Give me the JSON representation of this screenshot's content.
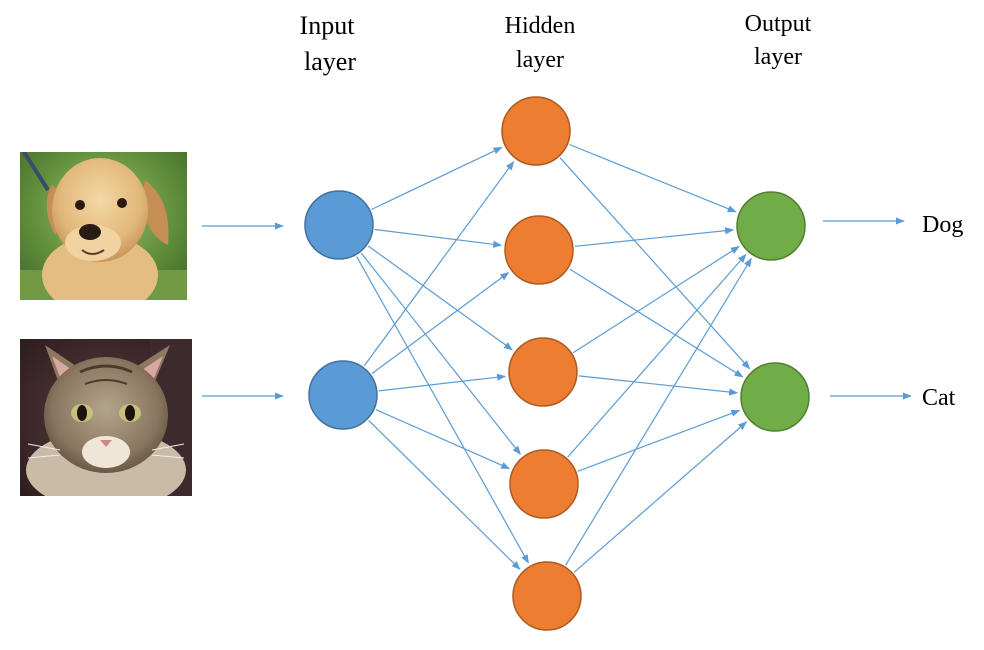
{
  "layers": {
    "input": {
      "title_line1": "Input",
      "title_line2": "layer"
    },
    "hidden": {
      "title_line1": "Hidden",
      "title_line2": "layer"
    },
    "output": {
      "title_line1": "Output",
      "title_line2": "layer"
    }
  },
  "outputs": [
    {
      "label": "Dog"
    },
    {
      "label": "Cat"
    }
  ],
  "inputs": [
    {
      "image": "dog-photo"
    },
    {
      "image": "cat-photo"
    }
  ],
  "colors": {
    "input_node": "#5B9BD5",
    "input_stroke": "#41719C",
    "hidden_node": "#ED7D31",
    "hidden_stroke": "#AE5A21",
    "output_node": "#70AD47",
    "output_stroke": "#507E32",
    "connection": "#5B9BD5"
  }
}
